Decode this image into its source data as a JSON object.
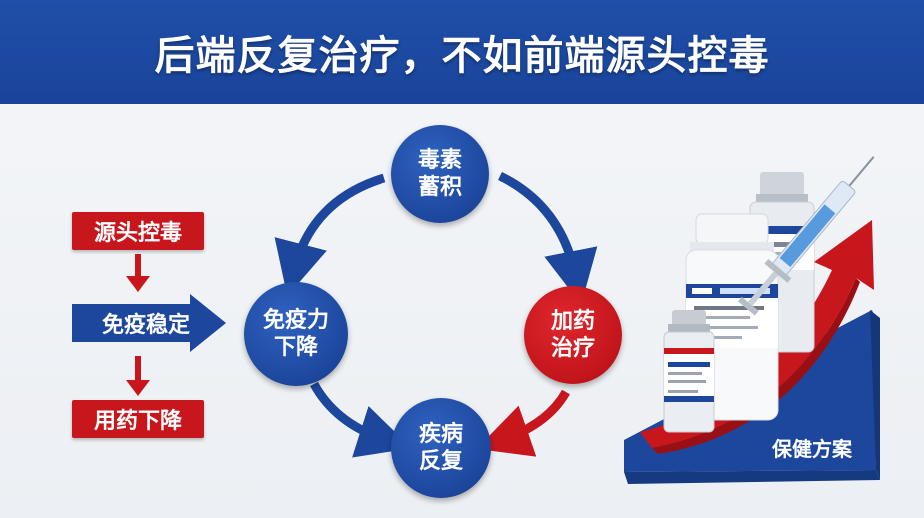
{
  "title": "后端反复治疗，不如前端源头控毒",
  "left_flow": {
    "top": "源头控毒",
    "middle": "免疫稳定",
    "bottom": "用药下降"
  },
  "cycle": {
    "top": [
      "毒素",
      "蓄积"
    ],
    "left": [
      "免疫力",
      "下降"
    ],
    "right": [
      "加药",
      "治疗"
    ],
    "bottom": [
      "疾病",
      "反复"
    ]
  },
  "plan_label": "保健方案",
  "colors": {
    "banner_blue": "#1f4fa8",
    "node_blue": "#1d479d",
    "accent_red": "#c8161d",
    "background": "#eef1f5"
  }
}
